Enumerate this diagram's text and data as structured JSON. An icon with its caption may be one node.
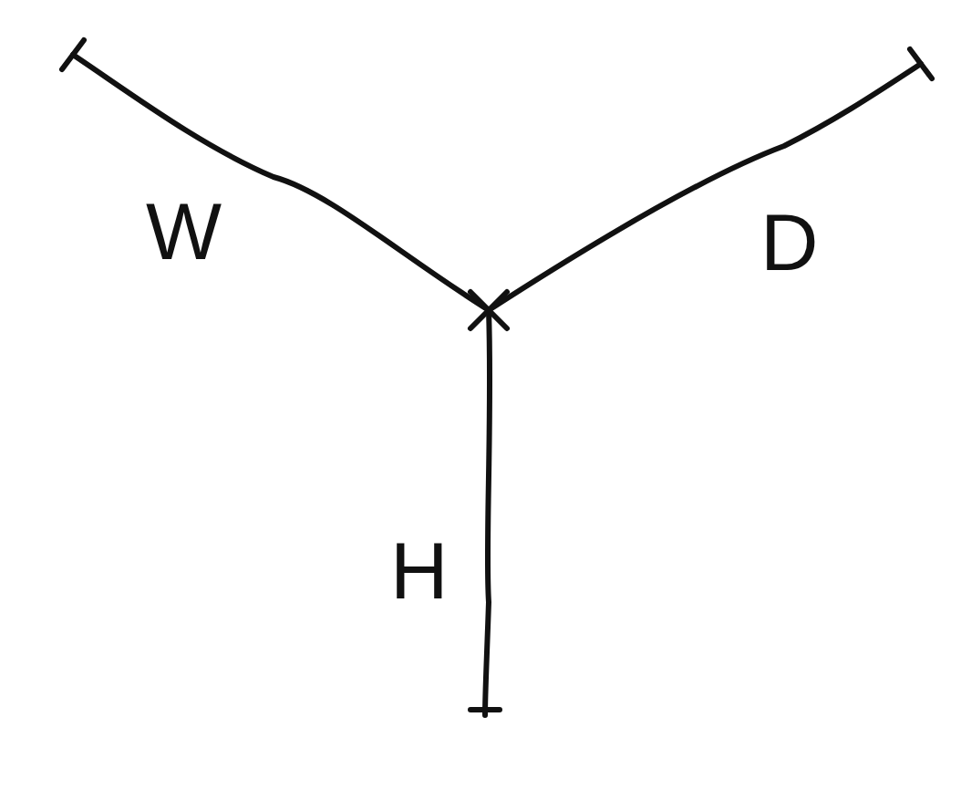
{
  "diagram": {
    "labels": [
      "W",
      "D",
      "H"
    ]
  }
}
